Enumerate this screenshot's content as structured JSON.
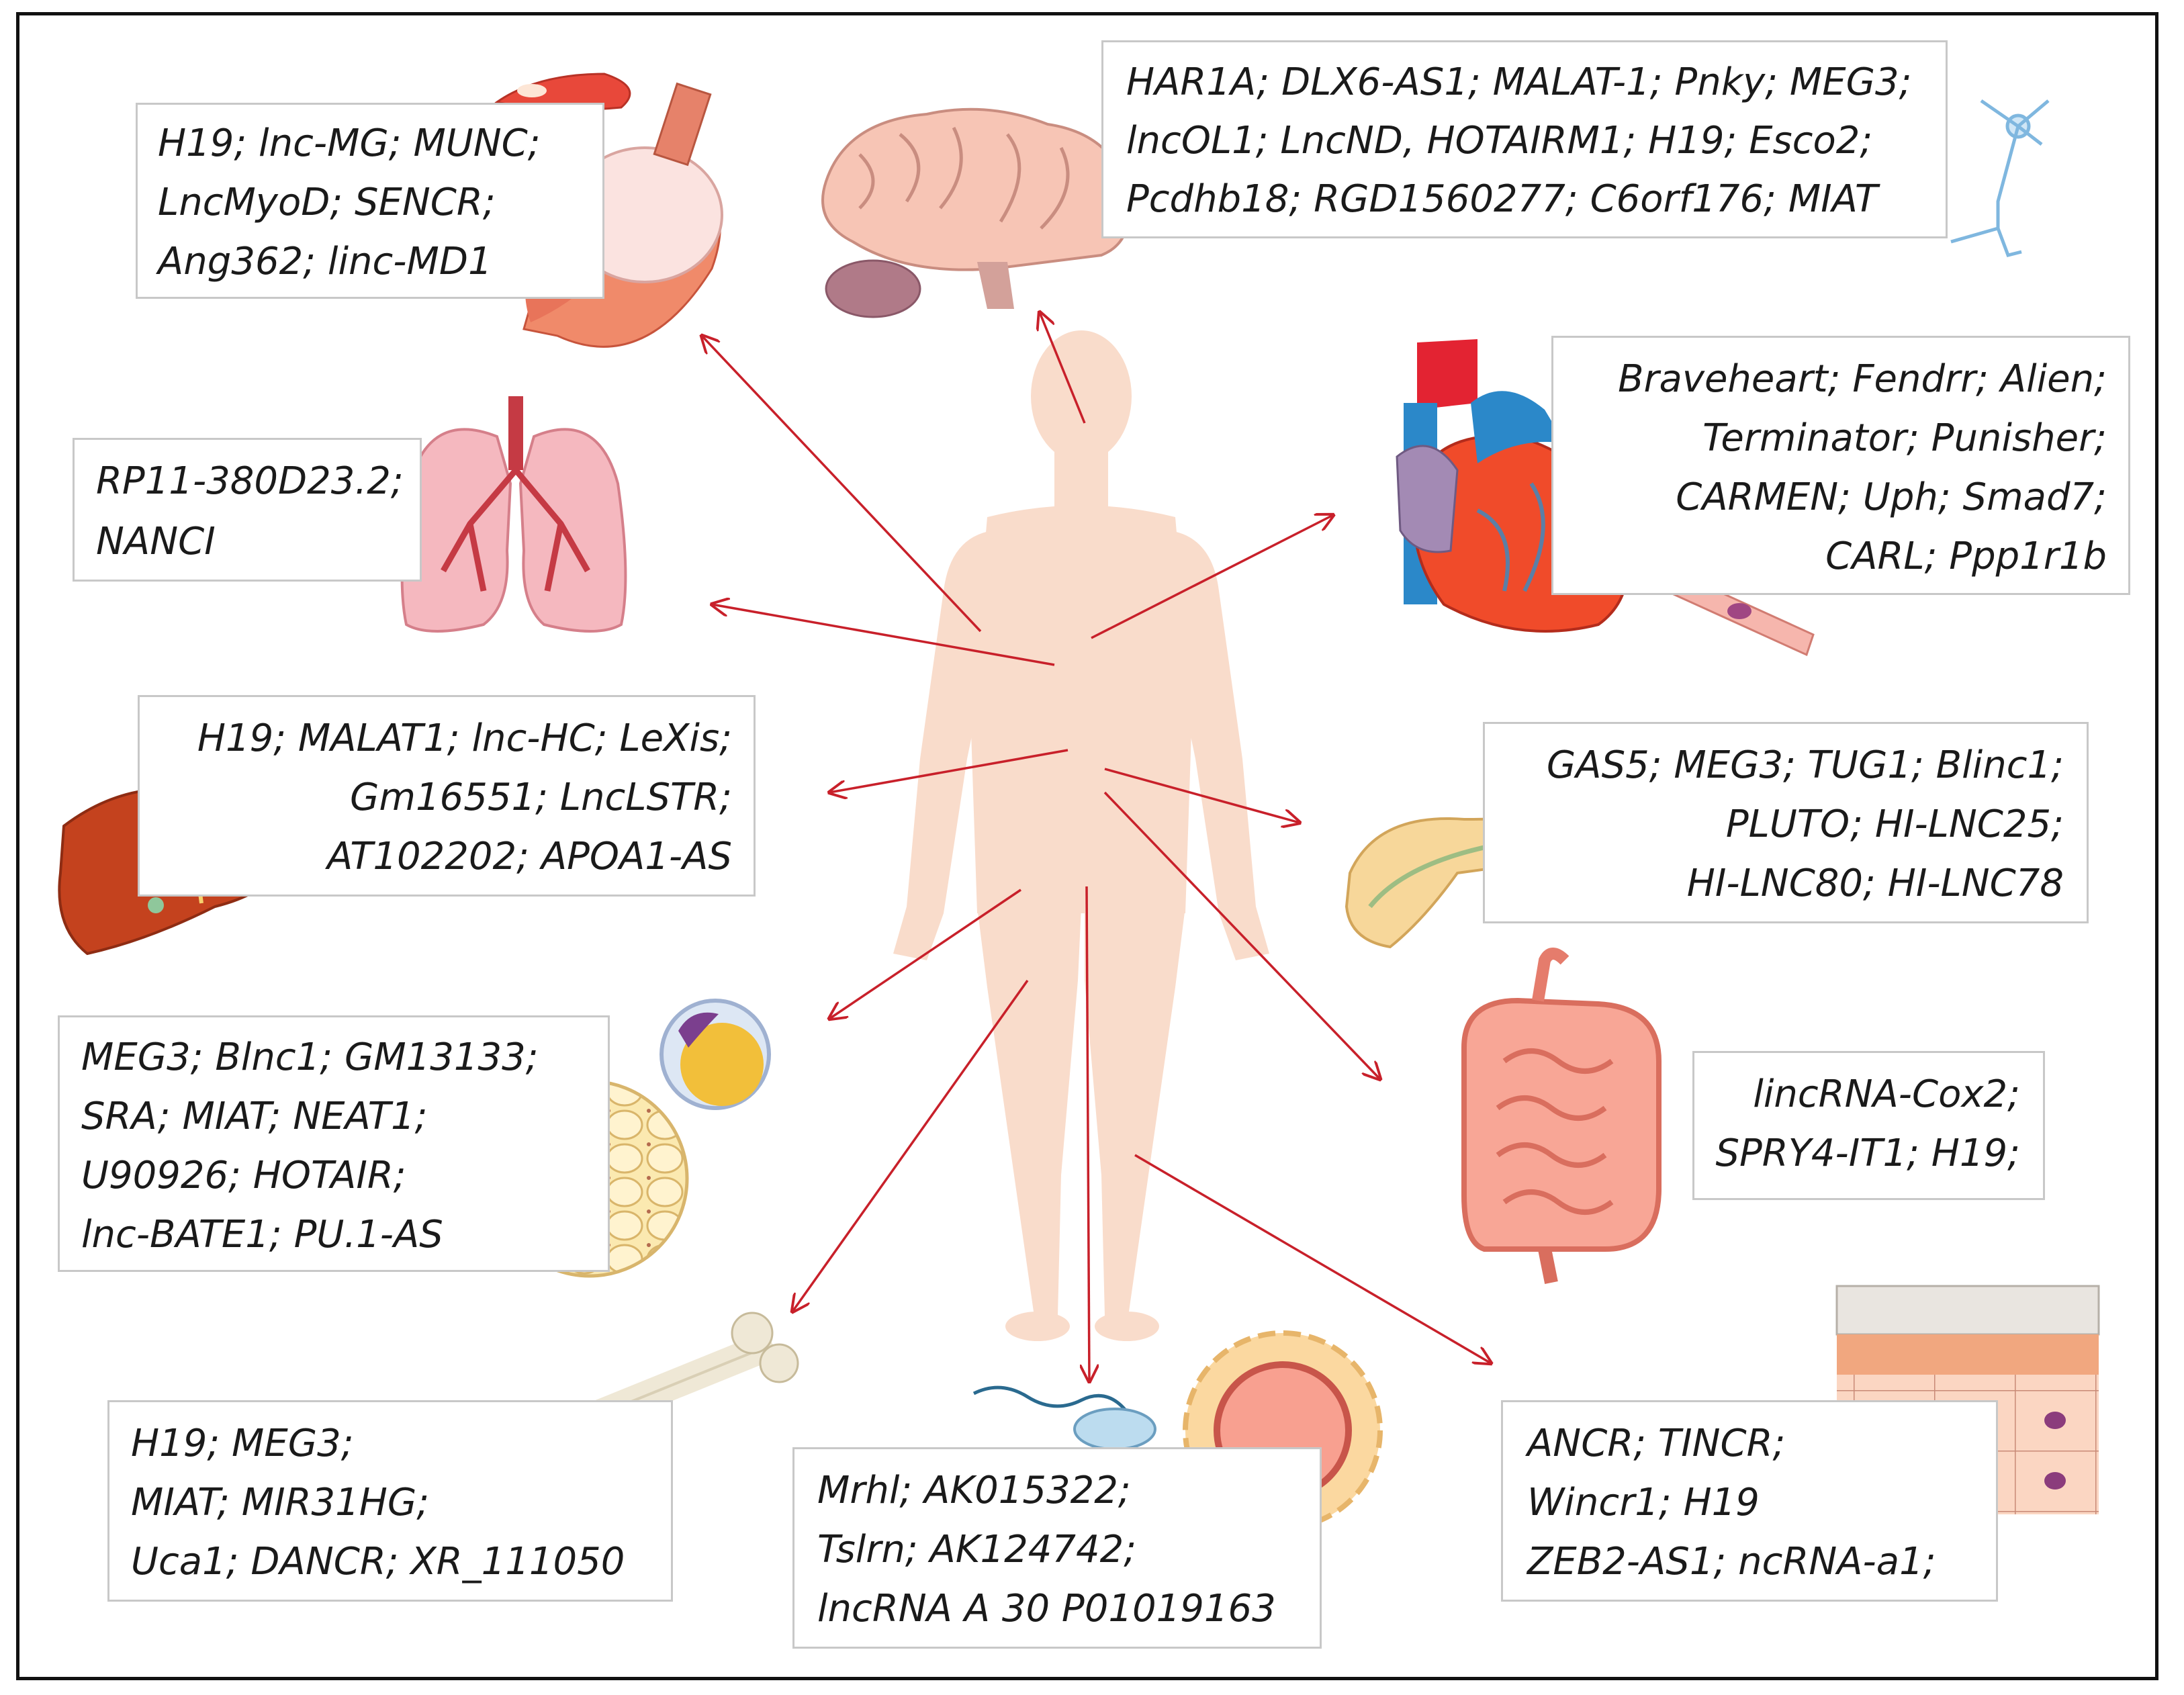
{
  "colors": {
    "arrow": "#c8202a",
    "body": "#f9dccb",
    "box_border": "#c8c8c8",
    "frame": "#111111"
  },
  "groups": {
    "muscle": {
      "organ_icon": "muscle-icon",
      "lines": [
        "H19; lnc-MG; MUNC;",
        "LncMyoD; SENCR;",
        "Ang362; linc-MD1"
      ]
    },
    "brain": {
      "organ_icon": "brain-icon",
      "lines": [
        "HAR1A; DLX6-AS1; MALAT-1; Pnky; MEG3;",
        "lncOL1; LncND, HOTAIRM1; H19; Esco2;",
        "Pcdhb18; RGD1560277; C6orf176; MIAT"
      ]
    },
    "lung": {
      "organ_icon": "lung-icon",
      "lines": [
        "RP11-380D23.2;",
        "NANCI"
      ]
    },
    "heart": {
      "organ_icon": "heart-icon",
      "lines": [
        "Braveheart; Fendrr; Alien;",
        "Terminator; Punisher;",
        "CARMEN; Uph; Smad7;",
        "CARL; Ppp1r1b"
      ]
    },
    "liver": {
      "organ_icon": "liver-icon",
      "lines": [
        "H19; MALAT1; lnc-HC; LeXis;",
        "Gm16551; LncLSTR;",
        "AT102202; APOA1-AS"
      ]
    },
    "pancreas": {
      "organ_icon": "pancreas-icon",
      "lines": [
        "GAS5; MEG3; TUG1; Blinc1;",
        "PLUTO; HI-LNC25;",
        "HI-LNC80; HI-LNC78"
      ]
    },
    "adipose": {
      "organ_icon": "adipose-tissue-icon",
      "lines": [
        "MEG3; Blnc1; GM13133;",
        "SRA; MIAT; NEAT1;",
        "U90926; HOTAIR;",
        "lnc-BATE1; PU.1-AS"
      ]
    },
    "intestine": {
      "organ_icon": "intestine-icon",
      "lines": [
        "lincRNA-Cox2;",
        "SPRY4-IT1; H19;"
      ]
    },
    "bone": {
      "organ_icon": "bone-icon",
      "lines": [
        "H19; MEG3;",
        "MIAT; MIR31HG;",
        "Uca1; DANCR; XR_111050"
      ]
    },
    "reproductive": {
      "organ_icon": "sperm-oocyte-icon",
      "lines": [
        "Mrhl; AK015322;",
        "Tslrn; AK124742;",
        "lncRNA A 30 P01019163"
      ]
    },
    "skin": {
      "organ_icon": "skin-layers-icon",
      "lines": [
        "ANCR; TINCR;",
        "Wincr1; H19",
        "ZEB2-AS1; ncRNA-a1;"
      ]
    }
  }
}
